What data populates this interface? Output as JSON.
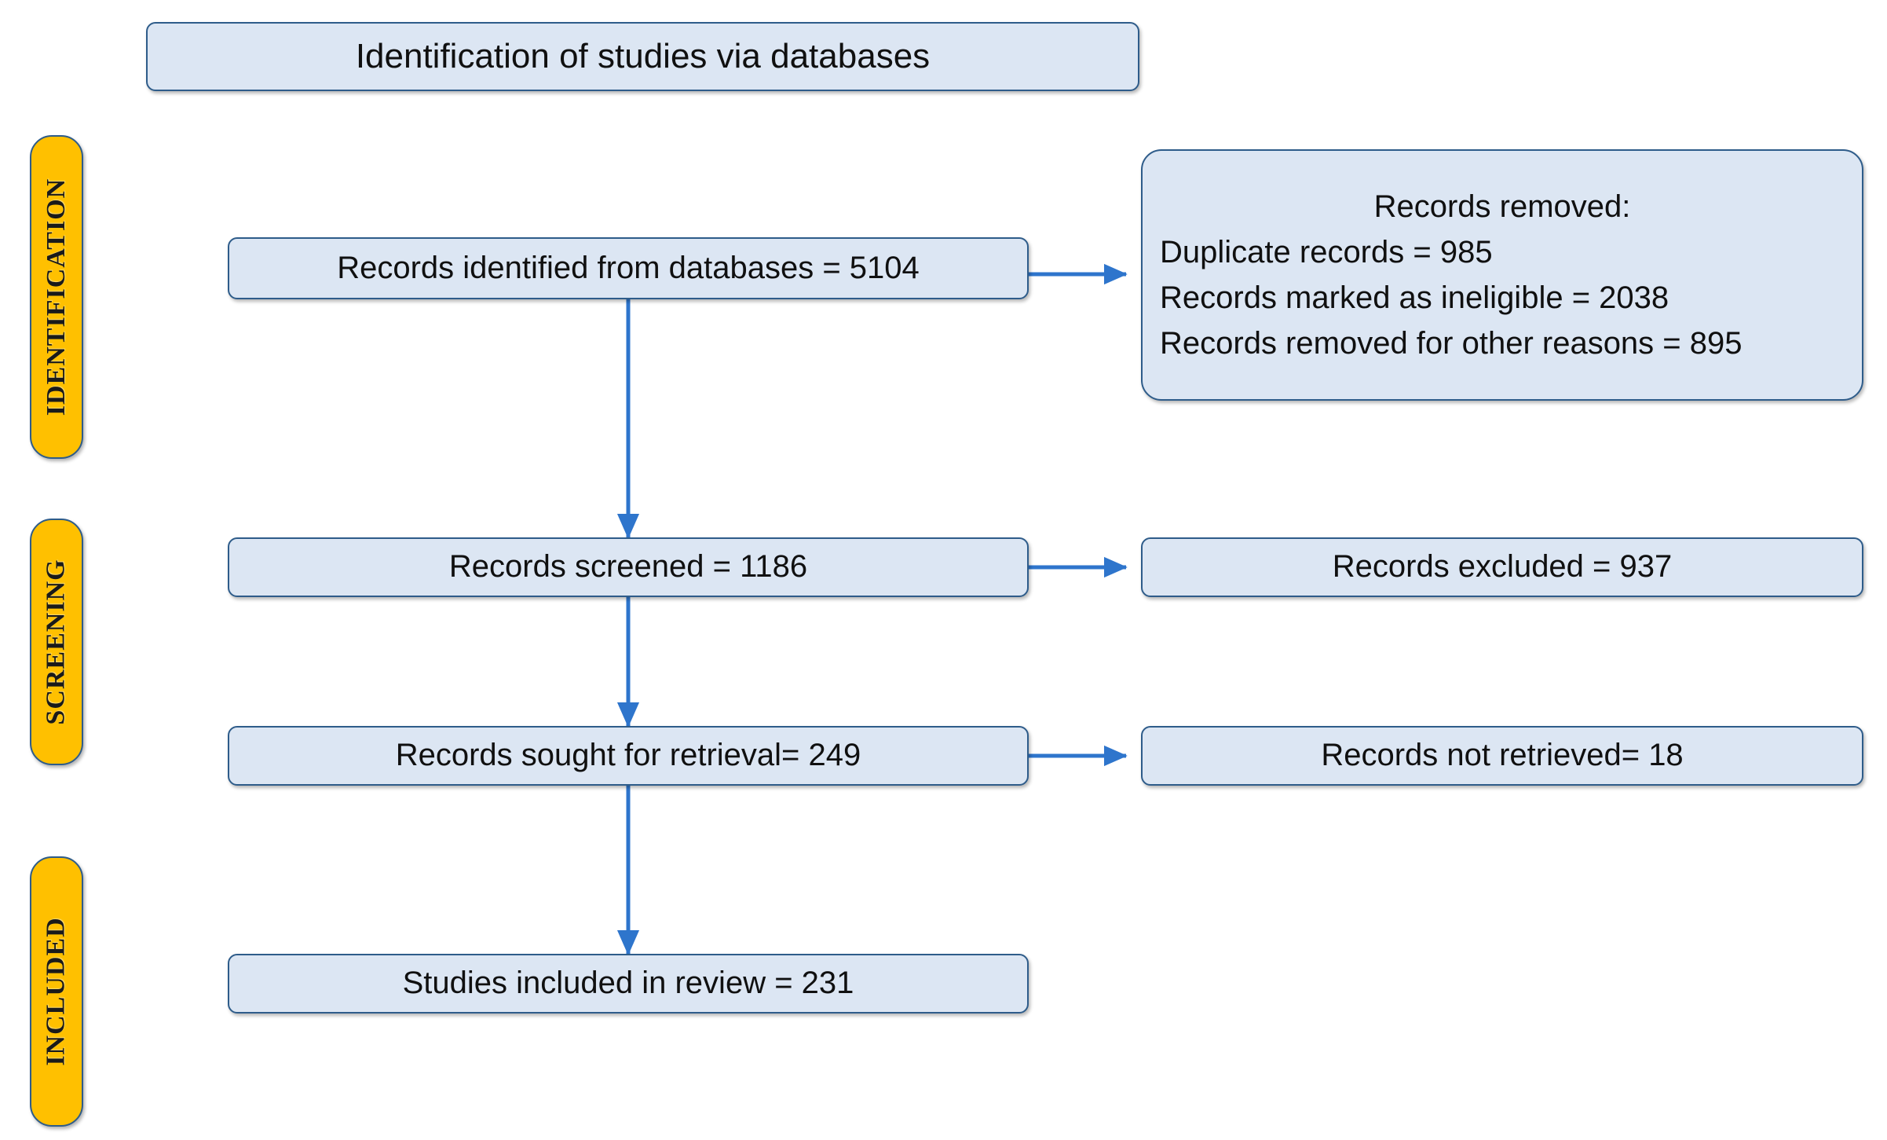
{
  "diagram": {
    "kind": "PRISMA flow diagram",
    "title": "Identification of studies via databases",
    "colors": {
      "box_fill": "#DCE6F3",
      "box_border": "#2E5C8A",
      "stage_fill": "#FFC000",
      "arrow": "#2E75CC",
      "text": "#101010",
      "background": "#FFFFFF"
    }
  },
  "stages": [
    {
      "id": "identification",
      "label": "IDENTIFICATION"
    },
    {
      "id": "screening",
      "label": "SCREENING"
    },
    {
      "id": "included",
      "label": "INCLUDED"
    }
  ],
  "boxes": {
    "title": {
      "label": "Identification of studies via databases"
    },
    "identified": {
      "label": "Records identified from databases = 5104",
      "count": 5104
    },
    "removed": {
      "heading": "Records removed:",
      "lines": [
        {
          "label": "Duplicate records = 985",
          "count": 985
        },
        {
          "label": "Records marked as ineligible = 2038",
          "count": 2038
        },
        {
          "label": "Records removed for other reasons = 895",
          "count": 895
        }
      ]
    },
    "screened": {
      "label": "Records screened = 1186",
      "count": 1186
    },
    "excluded": {
      "label": "Records excluded = 937",
      "count": 937
    },
    "sought": {
      "label": "Records sought for retrieval=  249",
      "count": 249
    },
    "not_retrieved": {
      "label": "Records not retrieved= 18",
      "count": 18
    },
    "included_studies": {
      "label": "Studies included in review = 231",
      "count": 231
    }
  },
  "flow": {
    "edges": [
      {
        "from": "identified",
        "to": "removed",
        "direction": "right"
      },
      {
        "from": "identified",
        "to": "screened",
        "direction": "down"
      },
      {
        "from": "screened",
        "to": "excluded",
        "direction": "right"
      },
      {
        "from": "screened",
        "to": "sought",
        "direction": "down"
      },
      {
        "from": "sought",
        "to": "not_retrieved",
        "direction": "right"
      },
      {
        "from": "sought",
        "to": "included_studies",
        "direction": "down"
      }
    ]
  }
}
